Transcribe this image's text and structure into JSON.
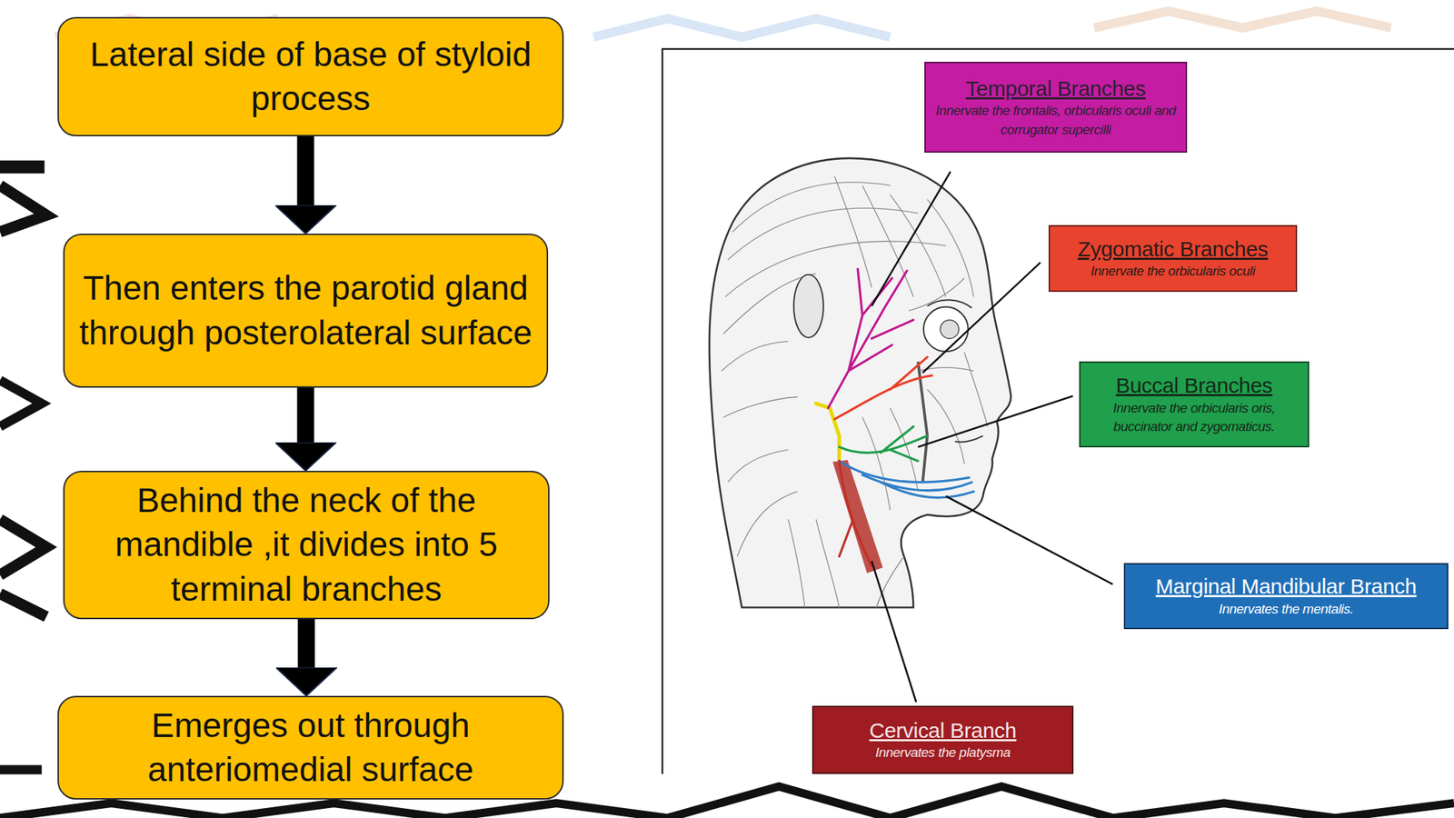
{
  "diagram": {
    "nodes": [
      {
        "text": [
          "Lateral side of base of styloid process"
        ]
      },
      {
        "text": [
          "Then enters the parotid gland through posterolateral surface"
        ]
      },
      {
        "text": [
          "Behind the neck of the mandible ,it divides into 5 terminal branches"
        ]
      },
      {
        "text": [
          "Emerges out through anteriomedial surface"
        ]
      },
      {
        "text": [
          "Temporal Branches",
          "Innervate the frontalis, orbicularis oculi and corrugator supercilli"
        ]
      },
      {
        "text": [
          "Zygomatic Branches",
          "Innervate the orbicularis oculi"
        ]
      },
      {
        "text": [
          "Buccal Branches",
          "Innervate the orbicularis oris, buccinator and zygomaticus."
        ]
      },
      {
        "text": [
          "Marginal Mandibular Branch",
          "Innervates the mentalis."
        ]
      },
      {
        "text": [
          "Cervical Branch",
          "Innervates the platysma"
        ]
      }
    ],
    "edges": [
      {
        "from": 0,
        "to": 1,
        "arrow": "to"
      },
      {
        "from": 1,
        "to": 2,
        "arrow": "to"
      },
      {
        "from": 2,
        "to": 3,
        "arrow": "to"
      }
    ]
  }
}
